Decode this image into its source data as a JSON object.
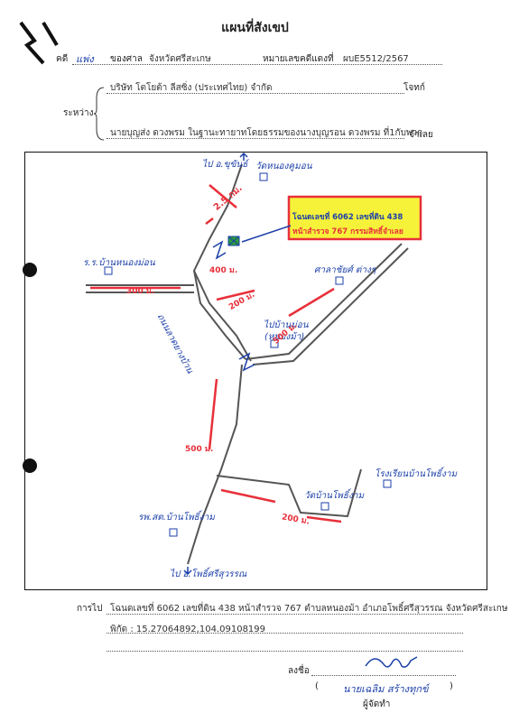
{
  "title": "แผนที่สังเขป",
  "case": {
    "case_label": "คดี",
    "case_type": "แพ่ง",
    "court_label": "ของศาล",
    "court": "จังหวัดศรีสะเกษ",
    "red_number_label": "หมายเลขคดีแดงที่",
    "red_number": "ผบE5512/2567"
  },
  "parties": {
    "between_label": "ระหว่าง",
    "plaintiff": "บริษัท โตโยต้า ลีสซิ่ง (ประเทศไทย) จำกัด",
    "plaintiff_role": "โจทก์",
    "defendant": "นายบุญส่ง ดวงพรม ในฐานะทายาทโดยธรรมของนางบุญรอน ดวงพรม ที่1กับพวก",
    "defendant_role": "จำเลย"
  },
  "map": {
    "dest_top": "ไป อ.ขุขันธ์",
    "dest_bottom": "ไป อ.โพธิ์ศรีสุวรรณ",
    "landmarks": {
      "wat_nongkumon": "วัดหนองคูมอน",
      "school_nongmon": "ร.ร.บ้านหนองม่อน",
      "sala": "ศาลาชัยศ์ ต่างๆ",
      "pai_nongmon": "ไปบ้านม่อน",
      "pai_nongmon_sub": "(หนองม้า)",
      "road_label": "ถนนลาดยางบ้าน",
      "wat_pho": "วัดบ้านโพธิ์งาม",
      "school_pho": "โรงเรียนบ้านโพธิ์งาม",
      "school_bansok": "รพ.สต.บ้านโพธิ์งาม"
    },
    "distances": {
      "d1": "2.5 กม.",
      "d2": "400 ม.",
      "d3": "300 ม.",
      "d4": "200 ม.",
      "d5": "500 ม.",
      "d6": "500 ม.",
      "d7": "200 ม."
    },
    "target_box": {
      "line1": "โฉนดเลขที่ 6062 เลขที่ดิน 438",
      "line2": "หน้าสำรวจ 767 กรรมสิทธิ์จำเลย"
    },
    "colors": {
      "red": "#e8303a",
      "blue": "#1b3fa8",
      "highlight": "#f6f23a",
      "green": "#2a9d3a"
    }
  },
  "footer": {
    "goto_label": "การไป",
    "goto_text": "โฉนดเลขที่ 6062 เลขที่ดิน 438 หน้าสำรวจ 767 ตำบลหนองม้า อำเภอโพธิ์ศรีสุวรรณ จังหวัดศรีสะเกษ",
    "coords": "พิกัด : 15.27064892,104.09108199",
    "sign_label": "ลงชื่อ",
    "signer_name": "นายเฉลิม สร้างทุกข์",
    "paren_open": "(",
    "paren_close": ")",
    "signer_role": "ผู้จัดทำ"
  }
}
